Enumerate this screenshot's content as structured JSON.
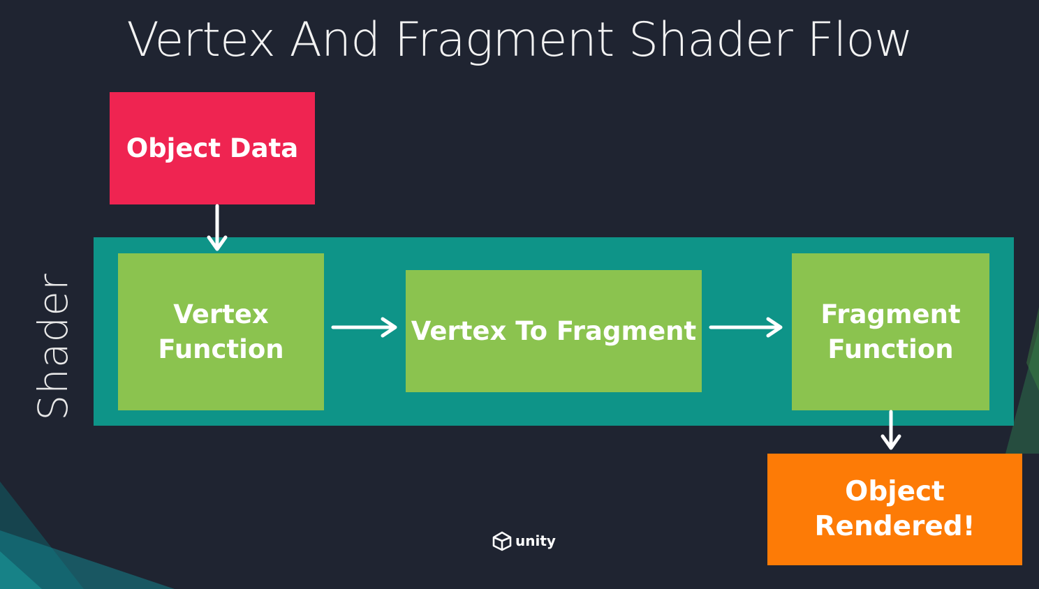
{
  "title": "Vertex And Fragment Shader Flow",
  "shader_label": "Shader",
  "nodes": {
    "object_data": "Object Data",
    "vertex_function": "Vertex Function",
    "vertex_to_fragment": "Vertex To Fragment",
    "fragment_function": "Fragment Function",
    "object_rendered": "Object Rendered!"
  },
  "logo": {
    "text": "unity",
    "icon": "unity-cube-icon"
  },
  "colors": {
    "background": "#1f2431",
    "object_data": "#ef2451",
    "shader_panel": "#0e9488",
    "function_box": "#8bc34f",
    "object_rendered": "#fd7b06",
    "arrow": "#ffffff"
  }
}
